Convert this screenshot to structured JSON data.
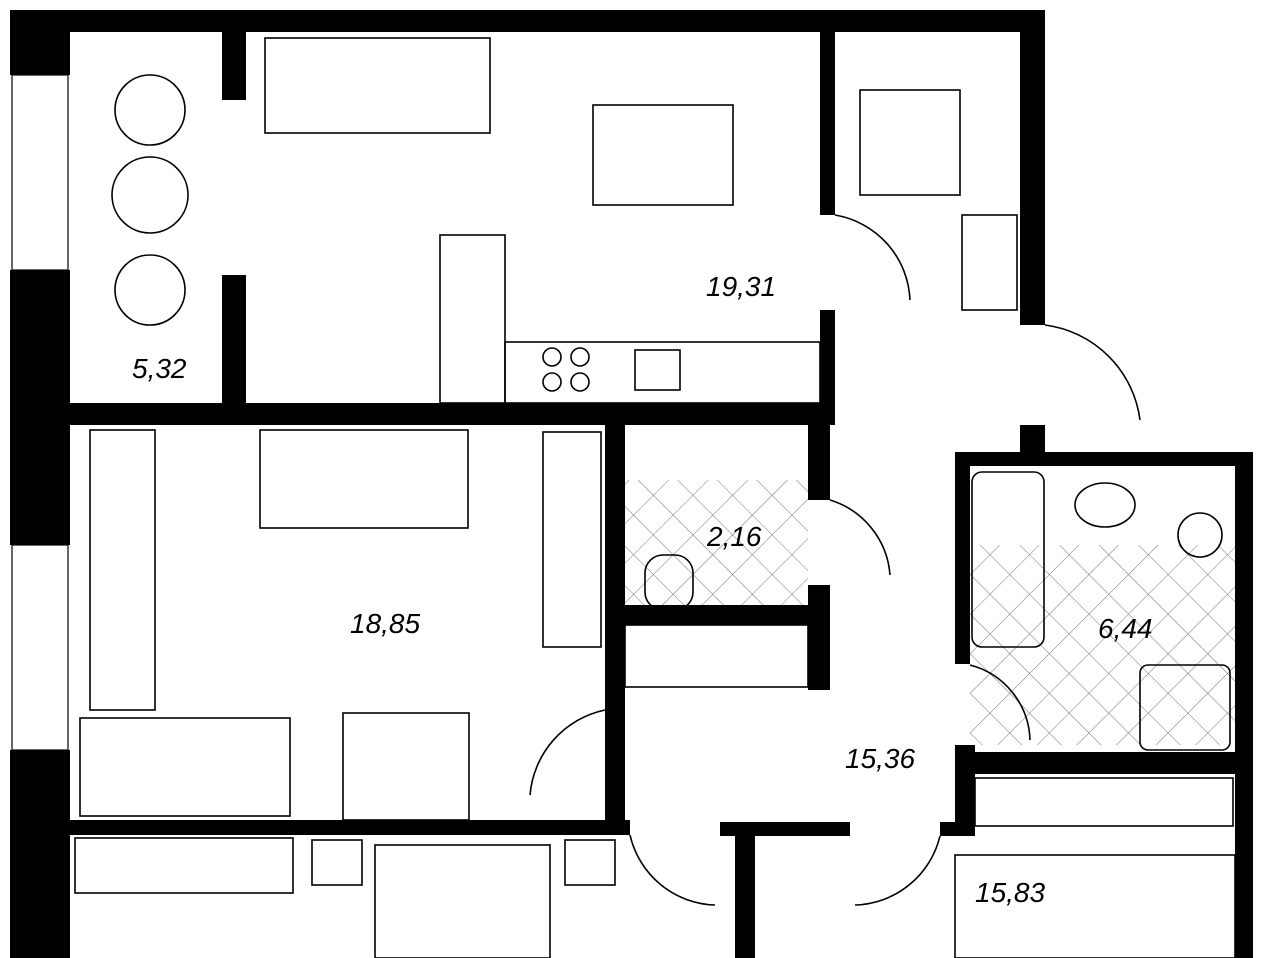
{
  "title": "Apartment floor plan",
  "rooms": [
    {
      "id": "balcony",
      "area": "5,32"
    },
    {
      "id": "kitchen-living",
      "area": "19,31"
    },
    {
      "id": "toilet",
      "area": "2,16"
    },
    {
      "id": "children-room",
      "area": "18,85"
    },
    {
      "id": "bathroom",
      "area": "6,44"
    },
    {
      "id": "hallway",
      "area": "15,36"
    },
    {
      "id": "bedroom",
      "area": "15,83"
    }
  ]
}
